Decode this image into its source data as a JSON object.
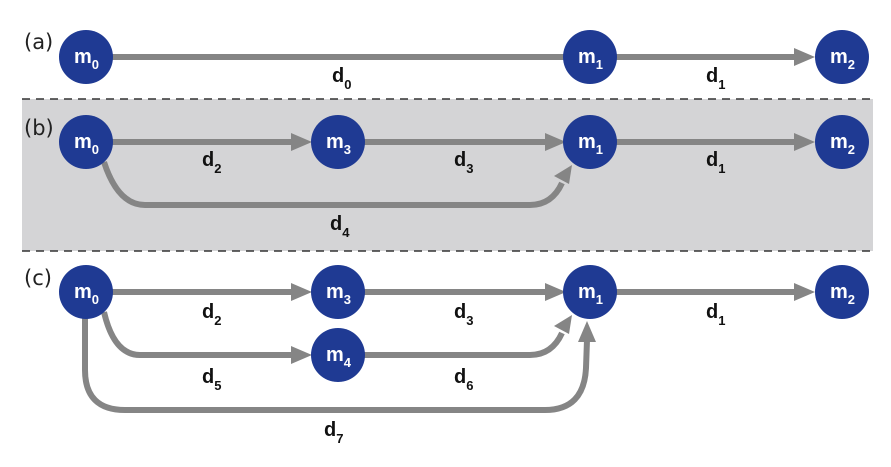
{
  "colors": {
    "node": "#1f3a93",
    "edge": "#858585",
    "panel_b_background": "#d4d4d6"
  },
  "panels": {
    "a": {
      "label": "(a)"
    },
    "b": {
      "label": "(b)"
    },
    "c": {
      "label": "(c)"
    }
  },
  "nodes": {
    "m0": {
      "base": "m",
      "sub": "0"
    },
    "m1": {
      "base": "m",
      "sub": "1"
    },
    "m2": {
      "base": "m",
      "sub": "2"
    },
    "m3": {
      "base": "m",
      "sub": "3"
    },
    "m4": {
      "base": "m",
      "sub": "4"
    }
  },
  "edges": {
    "d0": {
      "base": "d",
      "sub": "0"
    },
    "d1": {
      "base": "d",
      "sub": "1"
    },
    "d2": {
      "base": "d",
      "sub": "2"
    },
    "d3": {
      "base": "d",
      "sub": "3"
    },
    "d4": {
      "base": "d",
      "sub": "4"
    },
    "d5": {
      "base": "d",
      "sub": "5"
    },
    "d6": {
      "base": "d",
      "sub": "6"
    },
    "d7": {
      "base": "d",
      "sub": "7"
    }
  }
}
